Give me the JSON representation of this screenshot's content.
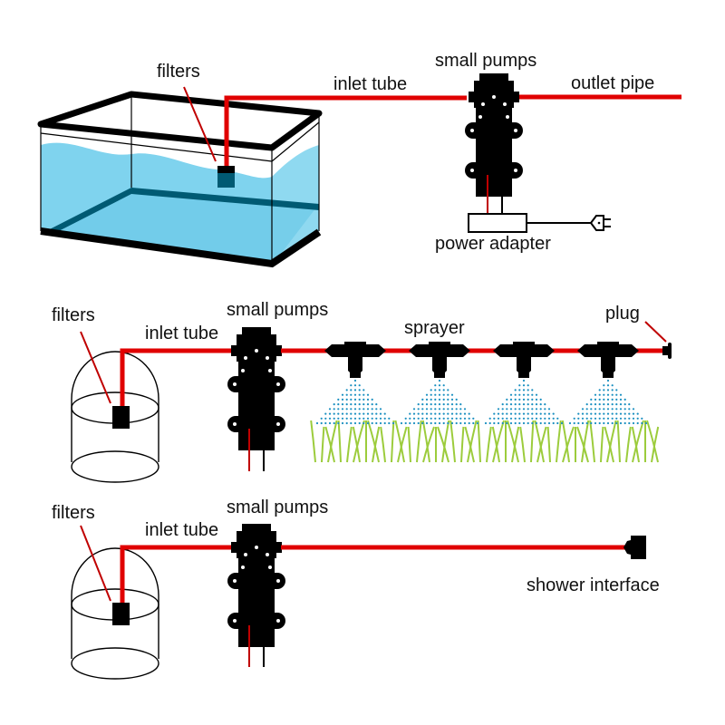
{
  "colors": {
    "tube": "#e00000",
    "water": "#7fd3ee",
    "water_dark": "#005a73",
    "ink": "#000000",
    "grass": "#9ccc3c",
    "spray": "#1a8fc0"
  },
  "diagrams": [
    {
      "name": "aquarium-setup",
      "labels": {
        "filters": "filters",
        "inlet": "inlet tube",
        "pump": "small pumps",
        "outlet": "outlet pipe",
        "power": "power adapter"
      }
    },
    {
      "name": "sprayer-setup",
      "labels": {
        "filters": "filters",
        "inlet": "inlet tube",
        "pump": "small pumps",
        "sprayer": "sprayer",
        "plug": "plug"
      },
      "sprayer_count": 4
    },
    {
      "name": "shower-setup",
      "labels": {
        "filters": "filters",
        "inlet": "inlet tube",
        "pump": "small pumps",
        "shower": "shower interface"
      }
    }
  ]
}
